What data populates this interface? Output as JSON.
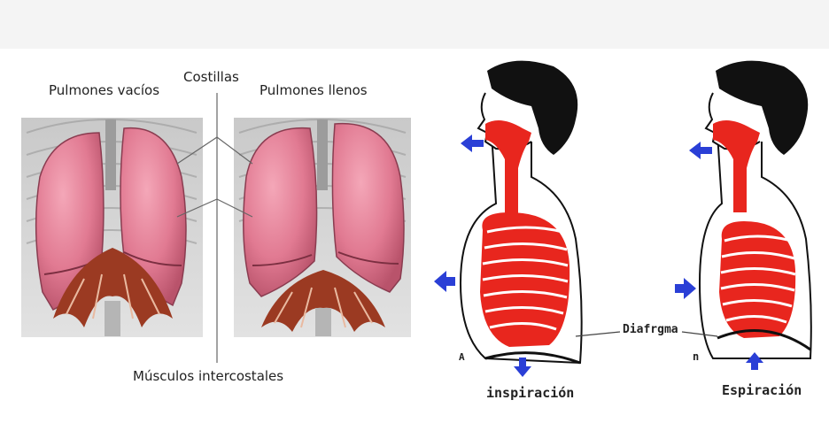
{
  "left_panel": {
    "labels": {
      "empty_lungs": "Pulmones vacíos",
      "ribs": "Costillas",
      "full_lungs": "Pulmones llenos",
      "intercostal_muscles": "Músculos intercostales"
    }
  },
  "right_panel": {
    "labels": {
      "diaphragm": "Diafrgma",
      "inspiration": "inspiración",
      "expiration": "Espiración",
      "marker_a": "A",
      "marker_b": "n"
    }
  },
  "colors": {
    "arrow": "#2a3fd6",
    "airway": "#e8261e",
    "lung": "#e17a92",
    "hair": "#111111"
  }
}
